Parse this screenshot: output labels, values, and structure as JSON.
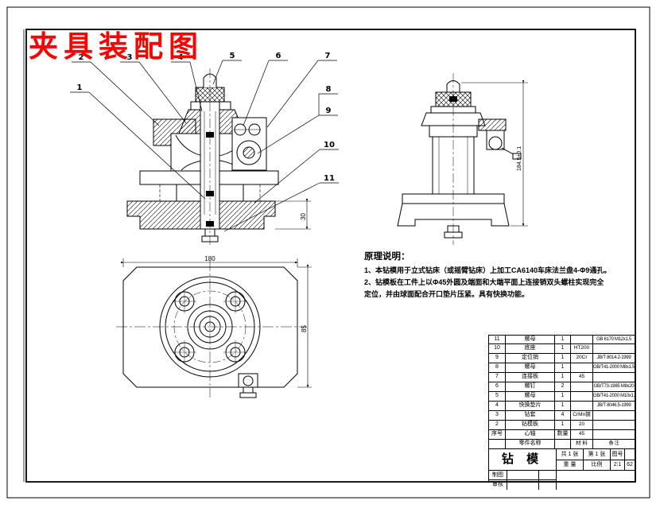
{
  "title": "夹具装配图",
  "notes": {
    "heading": "原理说明：",
    "lines": [
      "1、本钻模用于立式钻床（或摇臂钻床）上加工CA6140车床法兰盘4-Φ9通孔。",
      "2、钻模板在工件上以Φ45外圆及端面和大端平面上连接销双头螺柱实现完全",
      "定位，并由球面配合开口垫片压紧。具有快换功能。"
    ]
  },
  "balloons": [
    {
      "label": "1"
    },
    {
      "label": "2"
    },
    {
      "label": "3"
    },
    {
      "label": "4"
    },
    {
      "label": "5"
    },
    {
      "label": "6"
    },
    {
      "label": "7"
    },
    {
      "label": "8"
    },
    {
      "label": "9"
    },
    {
      "label": "10"
    },
    {
      "label": "11"
    }
  ],
  "dims": {
    "front_base": "30",
    "plan_width": "180",
    "plan_height": "85",
    "side_height": "184.5±0.1"
  },
  "bom": {
    "rows": [
      {
        "no": "11",
        "name": "螺母",
        "qty": "1",
        "material": "",
        "remark": "GB 6170 M12x1.5"
      },
      {
        "no": "10",
        "name": "底座",
        "qty": "1",
        "material": "HT200",
        "remark": ""
      },
      {
        "no": "9",
        "name": "定位销",
        "qty": "1",
        "material": "20Cr",
        "remark": "JB/T 8014.2-1999"
      },
      {
        "no": "8",
        "name": "螺母",
        "qty": "1",
        "material": "",
        "remark": "GB/T41-2000 M8x1.5"
      },
      {
        "no": "7",
        "name": "连接板",
        "qty": "1",
        "material": "45",
        "remark": ""
      },
      {
        "no": "6",
        "name": "螺钉",
        "qty": "2",
        "material": "",
        "remark": "GB/T73-1985 M8x20"
      },
      {
        "no": "5",
        "name": "螺母",
        "qty": "1",
        "material": "",
        "remark": "GB/T41-2000 M10x1.5"
      },
      {
        "no": "4",
        "name": "快换垫片",
        "qty": "1",
        "material": "",
        "remark": "JB/T 8046.5-1999"
      },
      {
        "no": "3",
        "name": "钻套",
        "qty": "4",
        "material": "CrMn钢",
        "remark": ""
      },
      {
        "no": "2",
        "name": "钻模板",
        "qty": "1",
        "material": "20",
        "remark": ""
      },
      {
        "no": "序号",
        "name": "心轴",
        "qty": "数量",
        "material": "45",
        "remark": ""
      },
      {
        "no": "",
        "name": "零件名称",
        "qty": "",
        "material": "材 料",
        "remark": "备 注"
      }
    ],
    "title_block": {
      "part_title": "钻 模",
      "sheets": "共 1 张",
      "sheet_no": "第 1 张",
      "fig_no_label": "图号",
      "fig_no_value": "",
      "weight_label": "重 量",
      "scale_label": "比例",
      "scale_value": "2∶1",
      "code": "62",
      "drawn_label": "制图",
      "checked_label": "审核"
    }
  },
  "colors": {
    "title_red": "#ff0000",
    "line_black": "#000000"
  }
}
